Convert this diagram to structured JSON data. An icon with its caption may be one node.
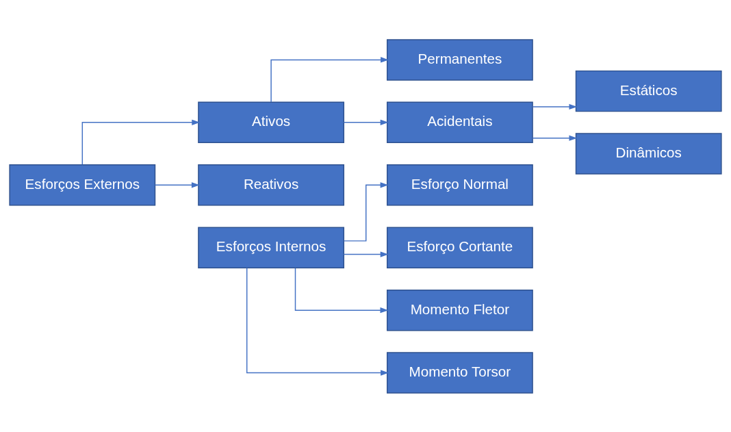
{
  "diagram": {
    "nodes": [
      {
        "text": [
          "Esforços Externos"
        ]
      },
      {
        "text": [
          "Ativos"
        ]
      },
      {
        "text": [
          "Reativos"
        ]
      },
      {
        "text": [
          "Permanentes"
        ]
      },
      {
        "text": [
          "Acidentais"
        ]
      },
      {
        "text": [
          "Estáticos"
        ]
      },
      {
        "text": [
          "Dinâmicos"
        ]
      },
      {
        "text": [
          "Esforços Internos"
        ]
      },
      {
        "text": [
          "Esforço Normal"
        ]
      },
      {
        "text": [
          "Esforço Cortante"
        ]
      },
      {
        "text": [
          "Momento Fletor"
        ]
      },
      {
        "text": [
          "Momento Torsor"
        ]
      }
    ],
    "edges": [
      {
        "from": 0,
        "to": 1,
        "arrow": "to"
      },
      {
        "from": 0,
        "to": 2,
        "arrow": "to"
      },
      {
        "from": 1,
        "to": 3,
        "arrow": "to"
      },
      {
        "from": 1,
        "to": 4,
        "arrow": "to"
      },
      {
        "from": 4,
        "to": 5,
        "arrow": "to"
      },
      {
        "from": 4,
        "to": 6,
        "arrow": "to"
      },
      {
        "from": 7,
        "to": 8,
        "arrow": "to"
      },
      {
        "from": 7,
        "to": 9,
        "arrow": "to"
      },
      {
        "from": 7,
        "to": 10,
        "arrow": "to"
      },
      {
        "from": 7,
        "to": 11,
        "arrow": "to"
      }
    ]
  }
}
